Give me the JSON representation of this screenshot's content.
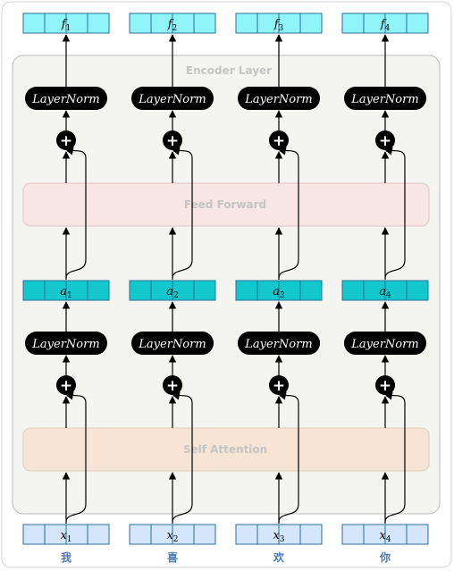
{
  "encoder_label": "Encoder Layer",
  "feed_forward_label": "Feed Forward",
  "self_attention_label": "Self Attention",
  "layernorm_label": "LayerNorm",
  "plus_symbol": "+",
  "columns": [
    {
      "f": "f",
      "f_sub": "1",
      "a": "a",
      "a_sub": "1",
      "x": "x",
      "x_sub": "1",
      "token": "我"
    },
    {
      "f": "f",
      "f_sub": "2",
      "a": "a",
      "a_sub": "2",
      "x": "x",
      "x_sub": "2",
      "token": "喜"
    },
    {
      "f": "f",
      "f_sub": "3",
      "a": "a",
      "a_sub": "3",
      "x": "x",
      "x_sub": "3",
      "token": "欢"
    },
    {
      "f": "f",
      "f_sub": "4",
      "a": "a",
      "a_sub": "4",
      "x": "x",
      "x_sub": "4",
      "token": "你"
    }
  ],
  "colors": {
    "frame_border": "#d2d2d2",
    "encoder_bg": "#f4f4f1",
    "encoder_border": "#bcbcbc",
    "feed_forward_bg": "#f7e6e4",
    "feed_forward_border": "#e0c7c4",
    "self_attention_bg": "#f6e5d5",
    "self_attention_border": "#e2cbb6",
    "output_cell": "#8ff5f8",
    "hidden_cell": "#13c8cc",
    "input_cell": "#d4e6fb",
    "cell_border": "#2a6f9d",
    "token_text": "#4a78b4",
    "block_label_text": "#c4c4c4",
    "node_black": "#000000"
  }
}
